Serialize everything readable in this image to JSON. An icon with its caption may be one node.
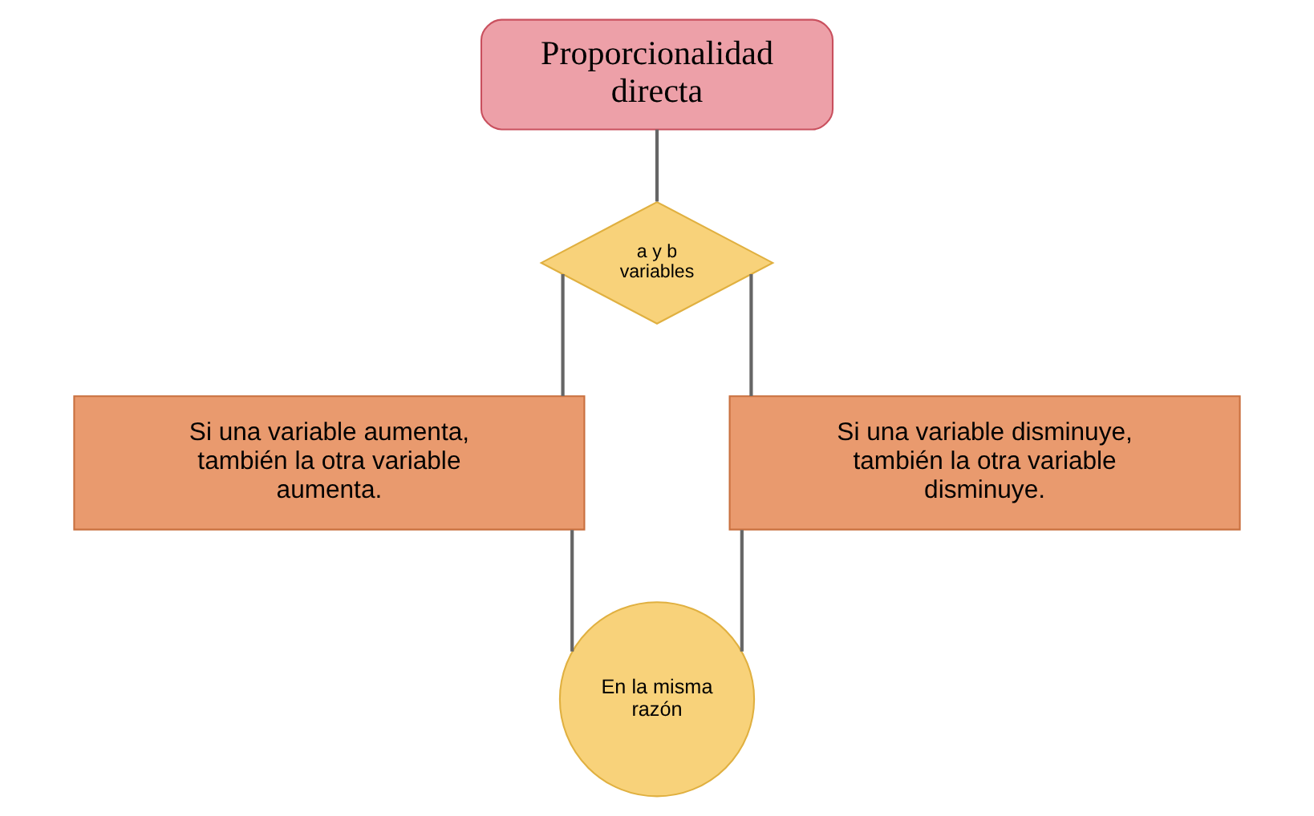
{
  "diagram": {
    "nodes": [
      {
        "text": [
          "Proporcionalidad directa"
        ]
      },
      {
        "text": [
          "a y b variables"
        ]
      },
      {
        "text": [
          "Si una variable aumenta, también la otra variable aumenta."
        ]
      },
      {
        "text": [
          "Si una variable disminuye, también la otra variable disminuye."
        ]
      },
      {
        "text": [
          "En la misma razón"
        ]
      }
    ],
    "edges": [
      {
        "from": 0,
        "to": 1,
        "arrow": "none"
      },
      {
        "from": 1,
        "to": 2,
        "arrow": "none"
      },
      {
        "from": 1,
        "to": 3,
        "arrow": "none"
      },
      {
        "from": 2,
        "to": 4,
        "arrow": "none"
      },
      {
        "from": 3,
        "to": 4,
        "arrow": "none"
      }
    ]
  }
}
